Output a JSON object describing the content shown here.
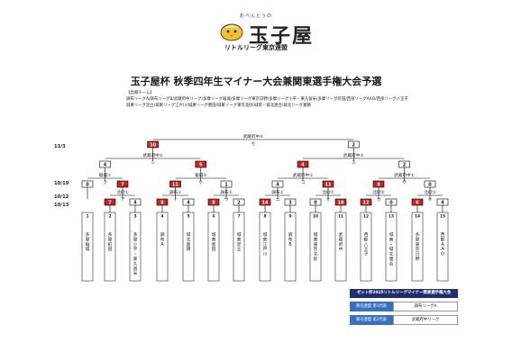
{
  "header": {
    "logo_kana": "おべんとうの",
    "logo_main": "玉子屋",
    "logo_sub": "リトルリーグ東京連盟",
    "title": "玉子屋杯 秋季四年生マイナー大会兼関東選手権大会予選"
  },
  "teams_box": {
    "label": "【出場チーム】",
    "lines": [
      "調布リーグA/調布リーグB/武蔵府中リーグ/多摩リーグ稲城/多摩リーグ東京日野/多摩リーグ小平・東久留米/多摩リーグ町田/西部リーグAAO/西部リーグ八王子",
      "城東リーグ足立/城東リーグ江戸川/城東リーグ墨田/城東リーグ東京北砂/城南・城北連合/城北リーグ葛飾"
    ]
  },
  "dates": {
    "final": "11/3",
    "r2": "10/19",
    "r1a": "10/12",
    "r1b": "10/13"
  },
  "bracket": {
    "final": {
      "venue": "武蔵府中⑤",
      "code": "セ",
      "score_left": "10",
      "score_right": "2"
    },
    "semis": [
      {
        "venue": "武蔵府中①",
        "code": "シ",
        "score_left": "4",
        "score_right": "5"
      },
      {
        "venue": "武蔵府中②",
        "code": "ス",
        "score_left": "4",
        "score_right": "2"
      }
    ],
    "quarters": [
      {
        "venue": "稲城①",
        "code": "ク",
        "score_left": "0",
        "score_right": "7"
      },
      {
        "venue": "稲城②",
        "code": "ケ",
        "score_left": "11",
        "score_right": "1"
      },
      {
        "venue": "武蔵府中①",
        "code": "コ",
        "score_left": "4",
        "score_right": "11"
      },
      {
        "venue": "武蔵府中①",
        "code": "サ",
        "score_left": "8",
        "score_right": "0"
      }
    ],
    "r1": [
      {
        "venue": "北砂①",
        "code": "ア",
        "score_left": "7",
        "score_right": "4"
      },
      {
        "venue": "調布①",
        "code": "イ",
        "score_left": "8",
        "score_right": "4"
      },
      {
        "venue": "調布②",
        "code": "ウ",
        "score_left": "8",
        "score_right": "2"
      },
      {
        "venue": "調布①",
        "code": "エ",
        "score_left": "14",
        "score_right": "3"
      },
      {
        "venue": "北砂①",
        "code": "オ",
        "score_left": "0",
        "score_right": "18"
      },
      {
        "venue": "北砂②",
        "code": "カ",
        "score_left": "12",
        "score_right": "0"
      },
      {
        "venue": "北砂③",
        "code": "キ",
        "score_left": "6",
        "score_right": "4"
      }
    ],
    "teams": [
      {
        "num": "1",
        "name": "多摩稲城"
      },
      {
        "num": "2",
        "name": "多摩町田"
      },
      {
        "num": "3",
        "name": "多摩小平・東久留米"
      },
      {
        "num": "4",
        "name": "調布A"
      },
      {
        "num": "5",
        "name": "城北葛飾"
      },
      {
        "num": "6",
        "name": "城東墨田"
      },
      {
        "num": "7",
        "name": "城東足立"
      },
      {
        "num": "8",
        "name": "城東江戸川"
      },
      {
        "num": "9",
        "name": "調布B"
      },
      {
        "num": "10",
        "name": "城東東京北砂"
      },
      {
        "num": "11",
        "name": "武蔵府中"
      },
      {
        "num": "12",
        "name": "西部八王子"
      },
      {
        "num": "13",
        "name": "城南・城北連合"
      },
      {
        "num": "14",
        "name": "多摩東京日野"
      },
      {
        "num": "15",
        "name": "西部AAO"
      }
    ]
  },
  "legend": {
    "title": "ゼット杯2025リトルリーグマイナー関東選手権大会",
    "rows": [
      {
        "key": "東京連盟 第1代表",
        "value": "調布リーグA"
      },
      {
        "key": "東京連盟 第2代表",
        "value": "武蔵府中リーグ"
      }
    ]
  },
  "colors": {
    "win": "#c82424",
    "legend_head": "#1f2d6e",
    "legend_key": "#3a6fbf"
  }
}
